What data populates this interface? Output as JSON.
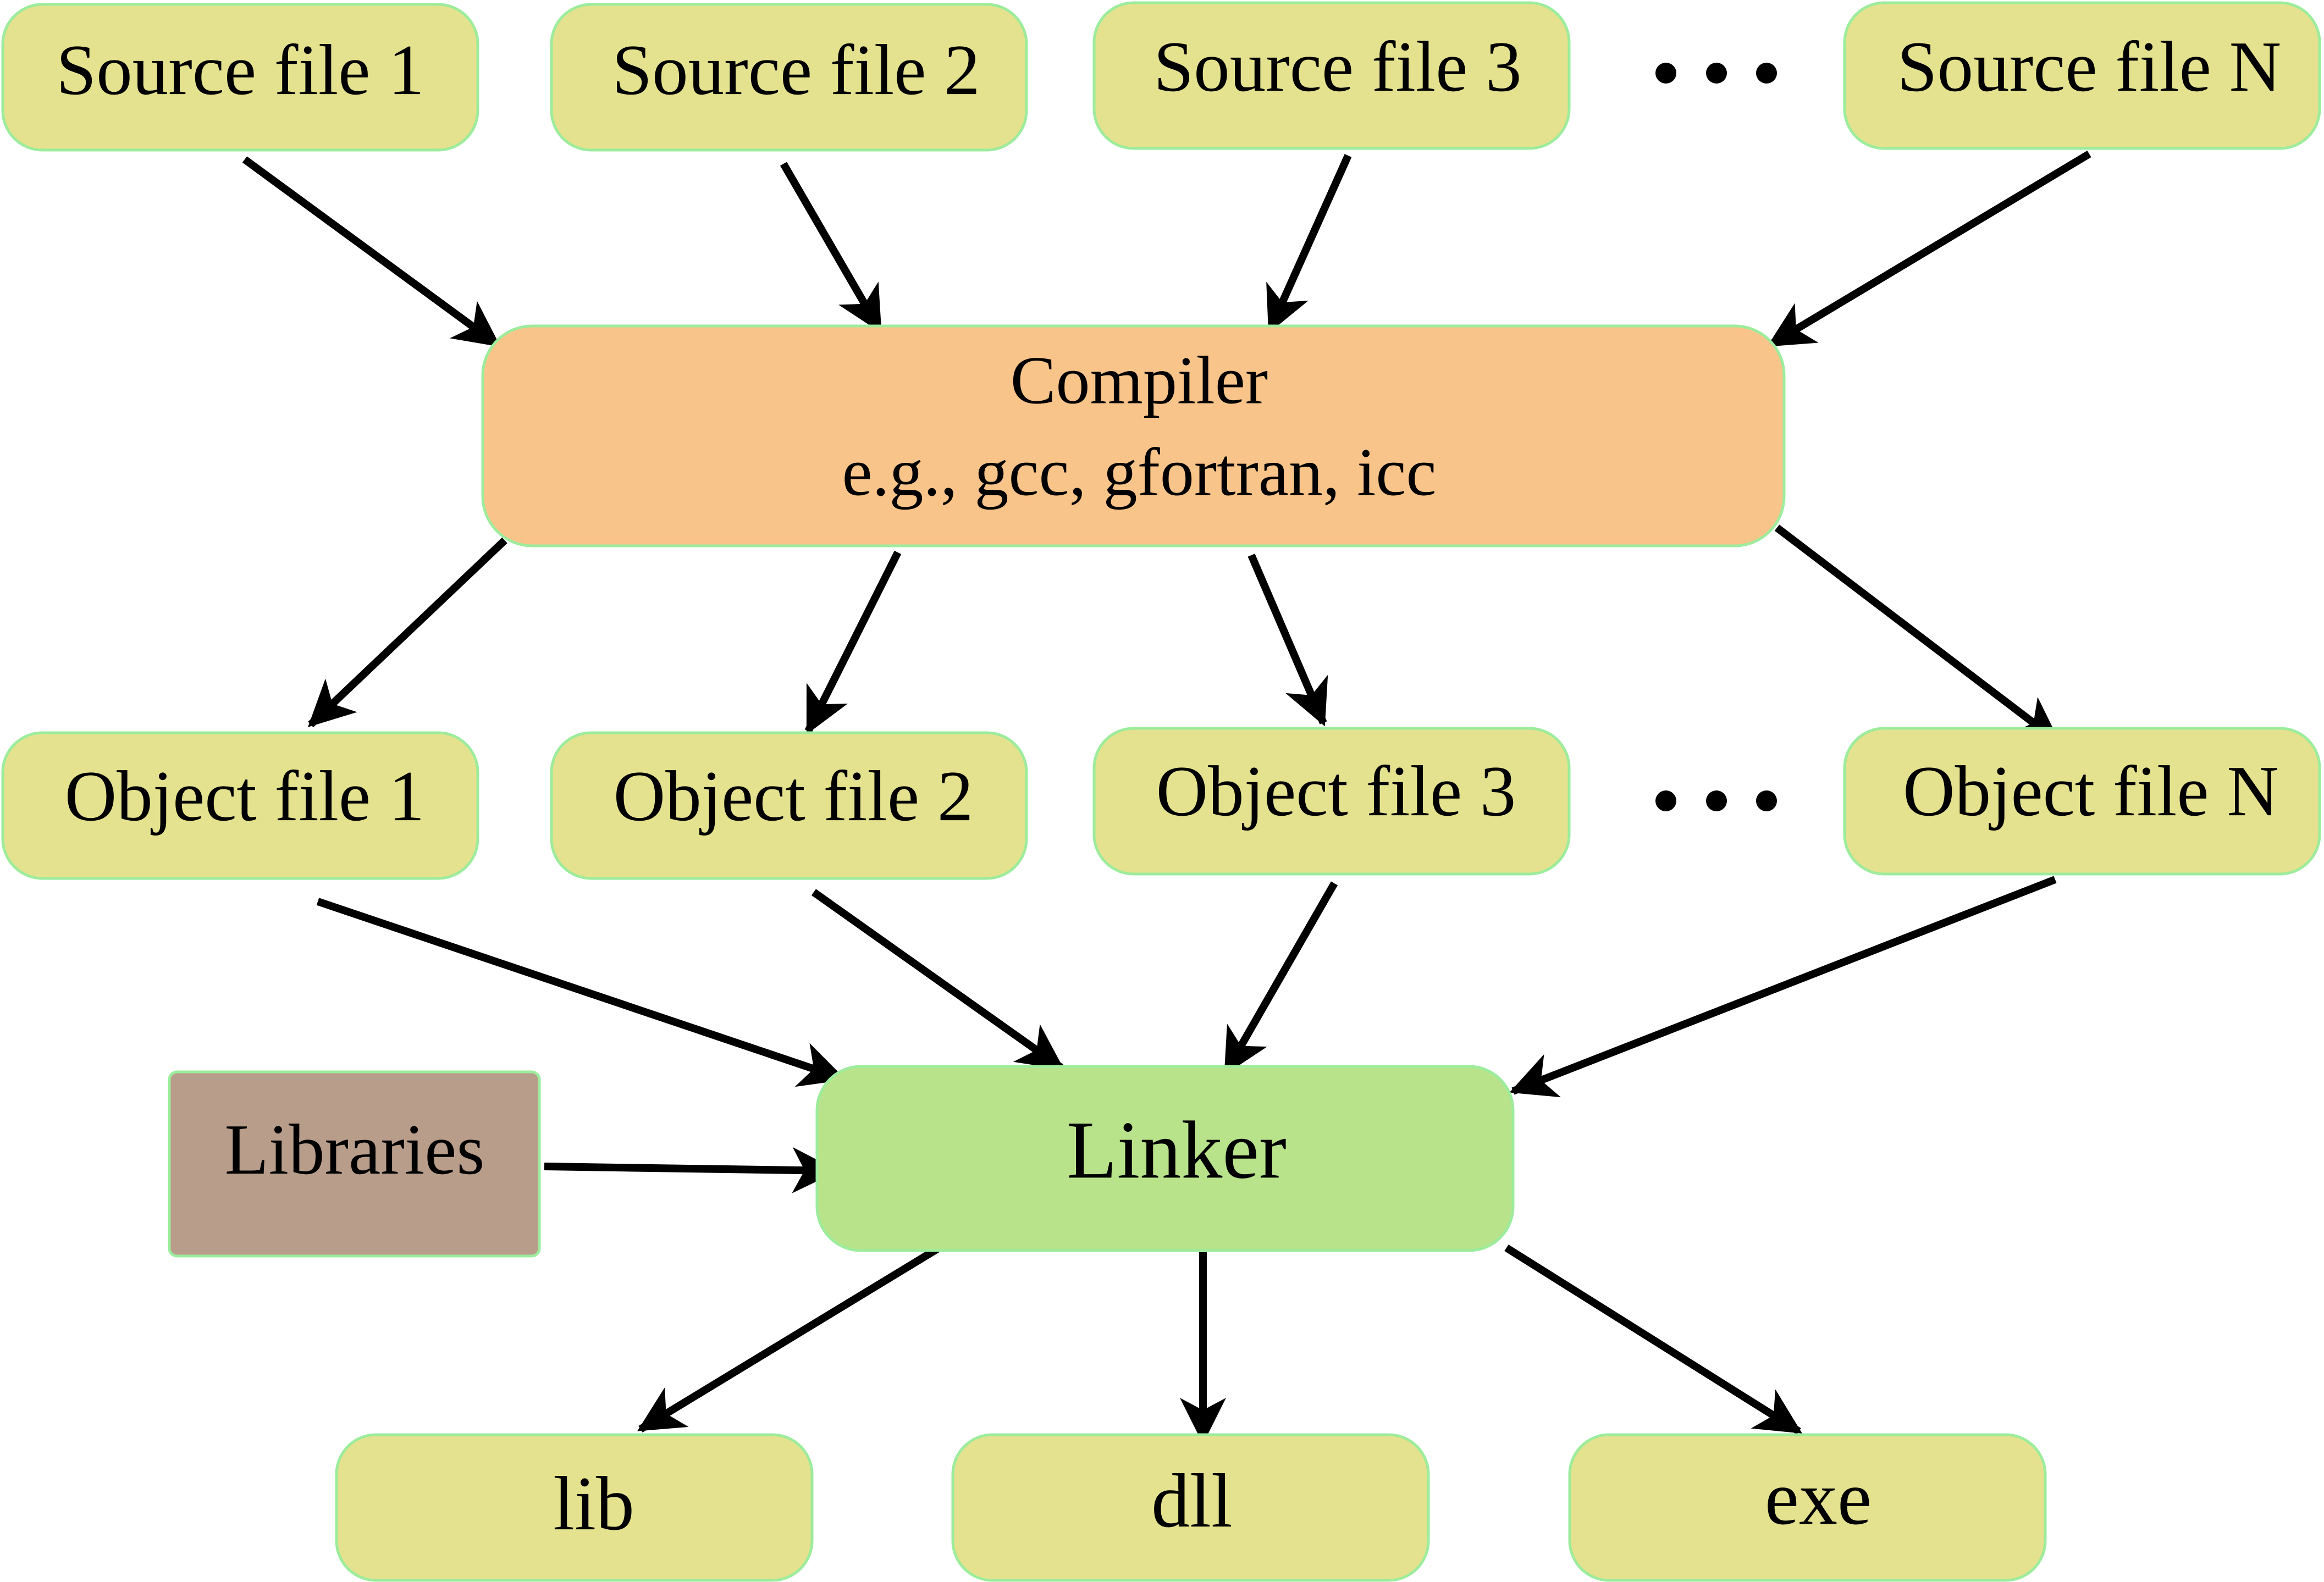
{
  "colors": {
    "file_fill": "#e4e28e",
    "compiler_fill": "#f9c48a",
    "linker_fill": "#b8e38b",
    "libraries_fill": "#b89d8b",
    "node_border": "#9cec9c",
    "arrow": "#000000"
  },
  "sources": [
    "Source file 1",
    "Source file 2",
    "Source file 3",
    "Source file N"
  ],
  "compiler": {
    "title": "Compiler",
    "examples": "e.g., gcc, gfortran, icc"
  },
  "objects": [
    "Object file 1",
    "Object file 2",
    "Object file 3",
    "Object file N"
  ],
  "libraries": "Libraries",
  "linker": "Linker",
  "outputs": [
    "lib",
    "dll",
    "exe"
  ]
}
